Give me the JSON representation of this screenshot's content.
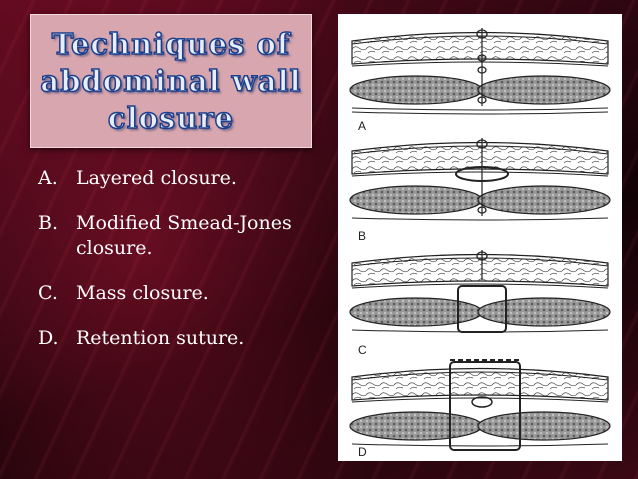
{
  "slide": {
    "title": "Techniques of\nabdominal wall\nclosure",
    "items": [
      {
        "marker": "A.",
        "text": "Layered closure."
      },
      {
        "marker": "B.",
        "text": "Modified Smead-Jones closure."
      },
      {
        "marker": "C.",
        "text": "Mass closure."
      },
      {
        "marker": "D.",
        "text": "Retention suture."
      }
    ]
  },
  "figure": {
    "panel_labels": [
      "A",
      "B",
      "C",
      "D"
    ]
  },
  "colors": {
    "title_box": "#d7a6ae",
    "title_text": "#e8eef8",
    "title_outline": "#1c3e8c",
    "list_text": "#ffffff",
    "background": "#2a0610"
  }
}
